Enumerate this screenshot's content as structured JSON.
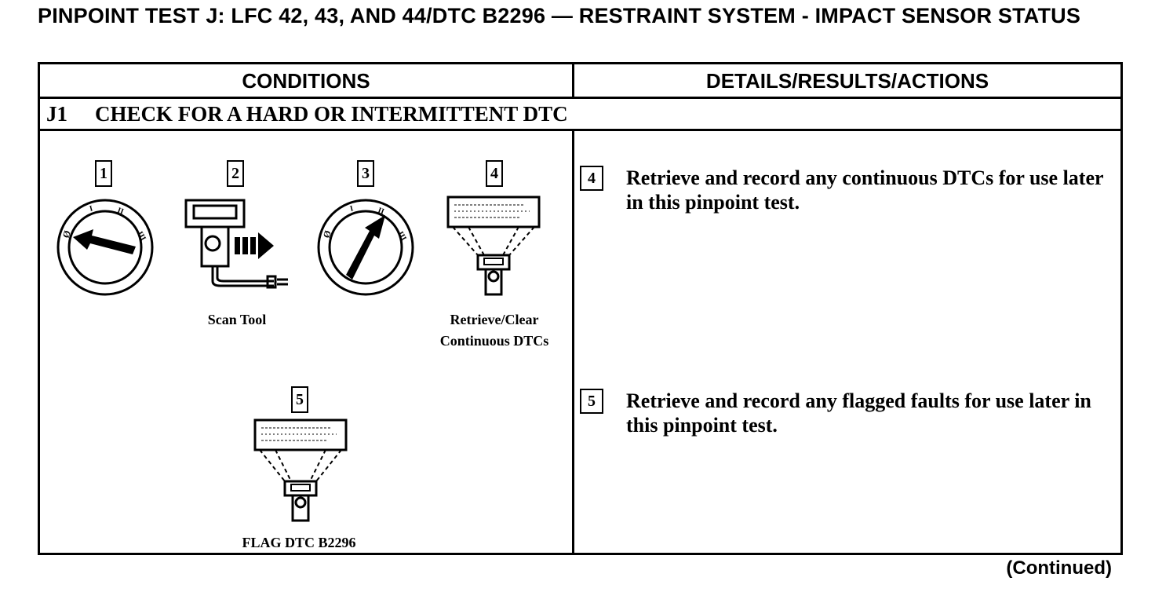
{
  "title": "PINPOINT TEST J:  LFC 42, 43, AND 44/DTC B2296 — RESTRAINT SYSTEM - IMPACT SENSOR STATUS",
  "table": {
    "header_left": "CONDITIONS",
    "header_right": "DETAILS/RESULTS/ACTIONS",
    "step": {
      "id": "J1",
      "label": "CHECK FOR A HARD OR INTERMITTENT DTC"
    }
  },
  "conditions": [
    {
      "num": "1",
      "icon": "ignition-switch-off-icon",
      "caption": ""
    },
    {
      "num": "2",
      "icon": "scan-tool-connect-icon",
      "caption": "Scan Tool"
    },
    {
      "num": "3",
      "icon": "ignition-switch-run-icon",
      "caption": ""
    },
    {
      "num": "4",
      "icon": "scan-tool-display-icon",
      "caption_line1": "Retrieve/Clear",
      "caption_line2": "Continuous DTCs"
    },
    {
      "num": "5",
      "icon": "scan-tool-display-icon",
      "caption": "FLAG DTC B2296"
    }
  ],
  "actions": [
    {
      "num": "4",
      "text": "Retrieve and record any continuous DTCs for use later in this pinpoint test."
    },
    {
      "num": "5",
      "text": "Retrieve and record any flagged faults for use later in this pinpoint test."
    }
  ],
  "footer": {
    "continued": "(Continued)"
  }
}
